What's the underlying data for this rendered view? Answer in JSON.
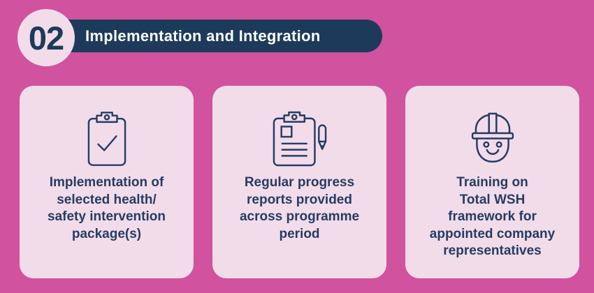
{
  "colors": {
    "background": "#d1529e",
    "card_background": "#f2dcea",
    "pill_navy": "#1e3a5a",
    "text_navy": "#263c63",
    "title_white": "#ffffff"
  },
  "header": {
    "step_number": "02",
    "title": "Implementation and Integration"
  },
  "cards": [
    {
      "icon": "clipboard-check-icon",
      "text": "Implementation of\nselected health/\nsafety intervention\npackage(s)"
    },
    {
      "icon": "progress-report-icon",
      "text": "Regular progress\nreports provided\nacross programme\nperiod"
    },
    {
      "icon": "hard-hat-worker-icon",
      "text": "Training on\nTotal WSH\nframework for\nappointed company\nrepresentatives"
    }
  ]
}
